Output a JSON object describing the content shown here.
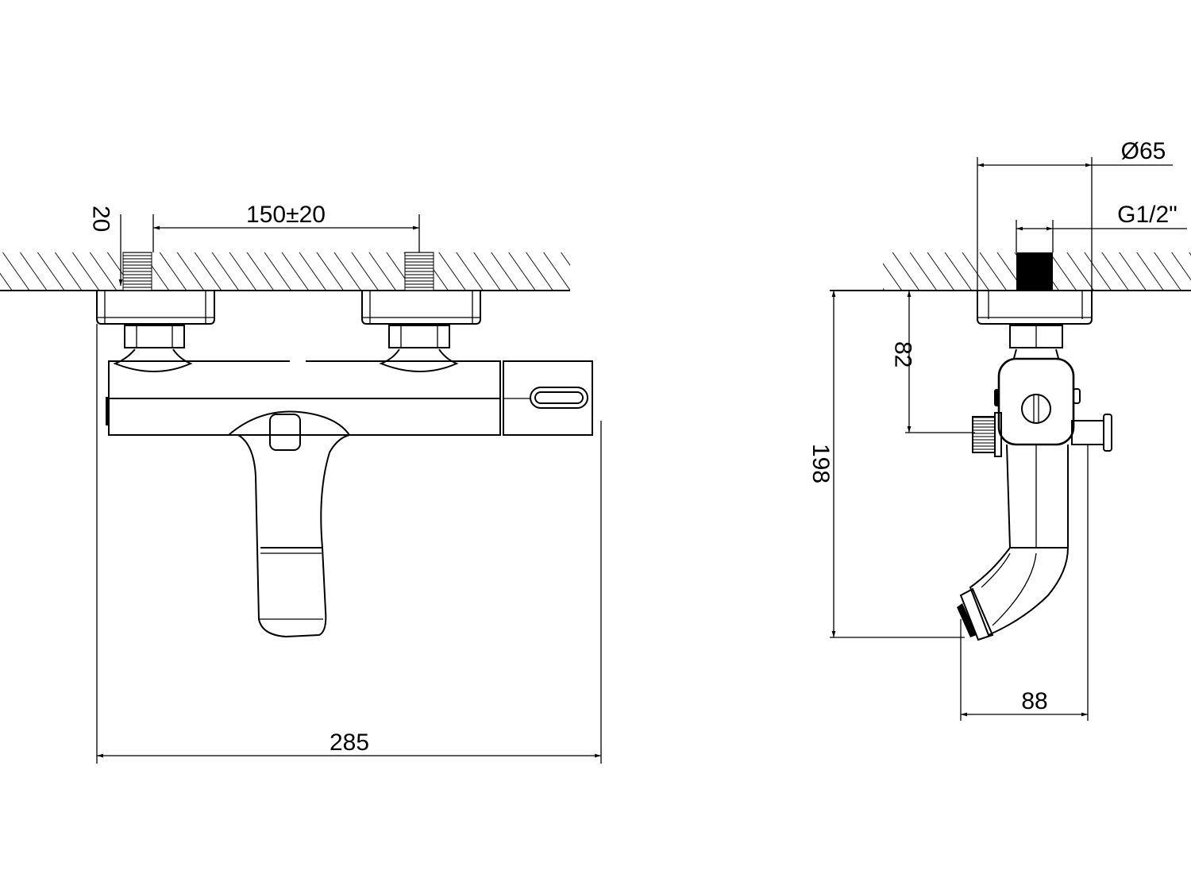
{
  "front_view": {
    "dimensions": {
      "inlet_spacing": "150±20",
      "thread_depth": "20",
      "overall_width": "285"
    }
  },
  "side_view": {
    "dimensions": {
      "escutcheon_diameter": "Ø65",
      "thread_size": "G1/2\"",
      "inlet_to_outlet_height": "82",
      "overall_height": "198",
      "projection": "88"
    }
  }
}
